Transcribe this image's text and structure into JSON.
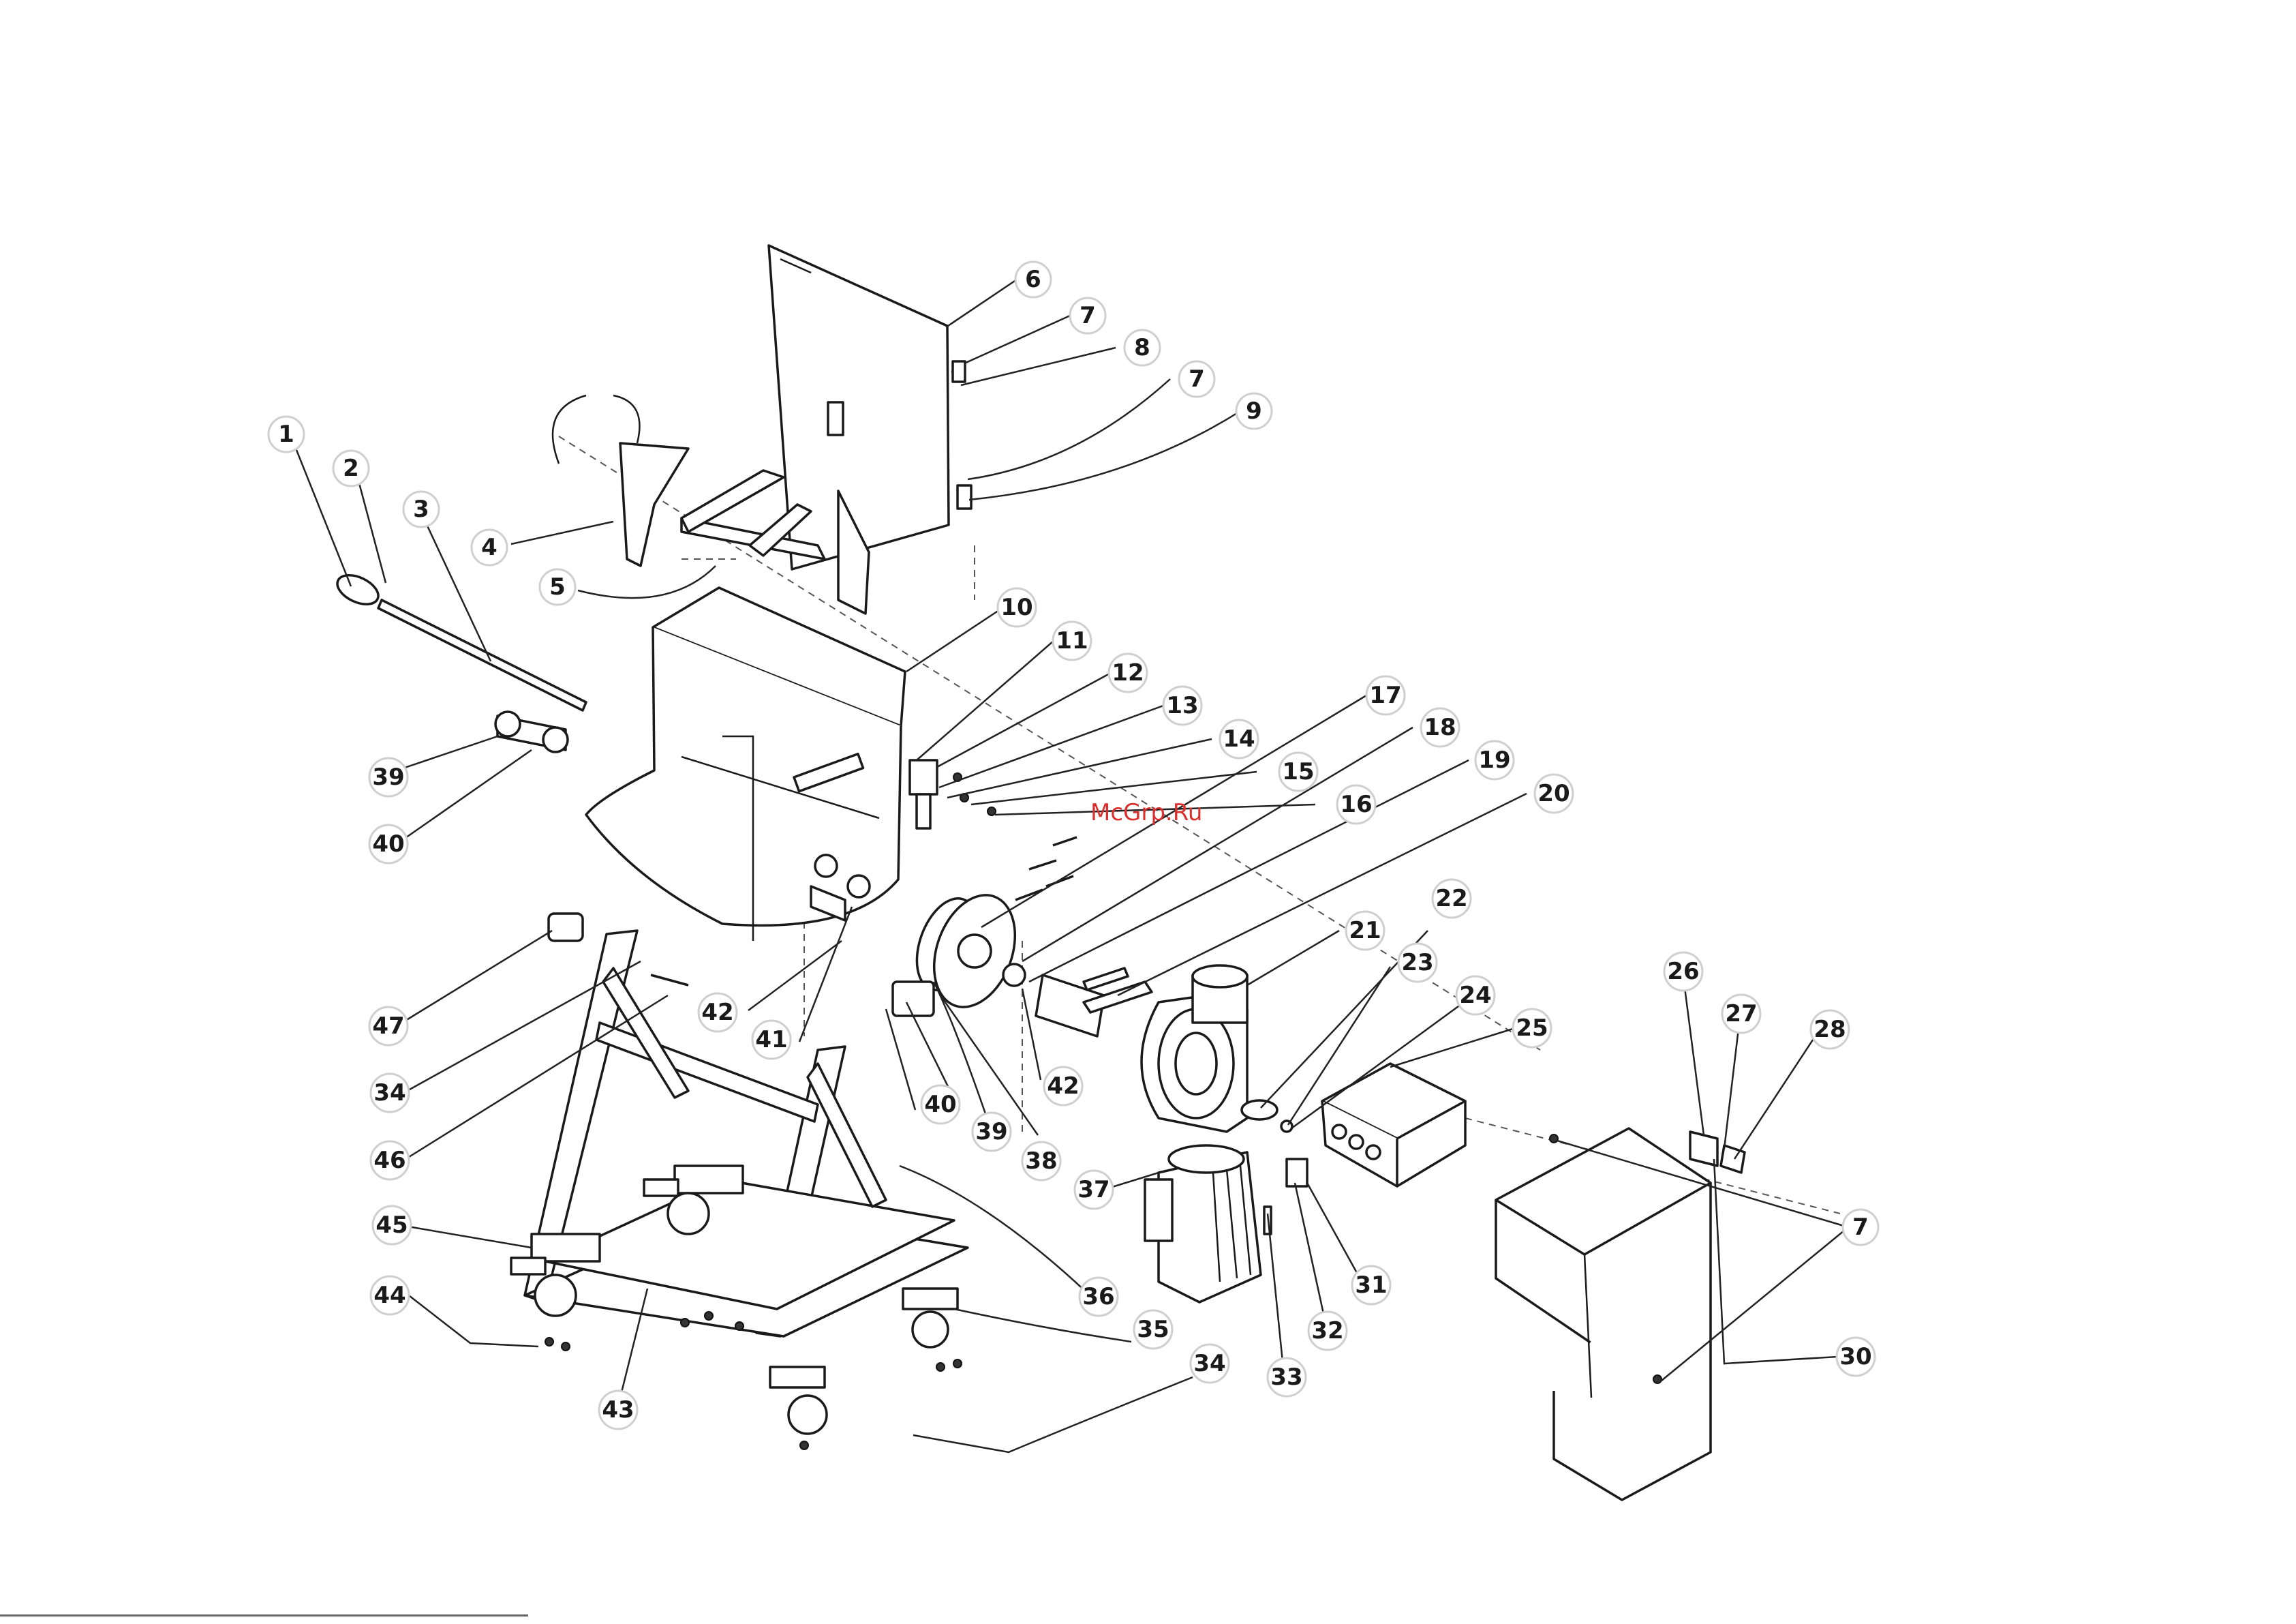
{
  "watermark": "McGrp.Ru",
  "callouts": {
    "c1": "1",
    "c2": "2",
    "c3": "3",
    "c4": "4",
    "c5": "5",
    "c6": "6",
    "c7a": "7",
    "c7b": "7",
    "c7c": "7",
    "c8": "8",
    "c9": "9",
    "c10": "10",
    "c11": "11",
    "c12": "12",
    "c13": "13",
    "c14": "14",
    "c15": "15",
    "c16": "16",
    "c17": "17",
    "c18": "18",
    "c19": "19",
    "c20": "20",
    "c21": "21",
    "c22": "22",
    "c23": "23",
    "c24": "24",
    "c25": "25",
    "c26": "26",
    "c27": "27",
    "c28": "28",
    "c30": "30",
    "c31": "31",
    "c32": "32",
    "c33": "33",
    "c34a": "34",
    "c34b": "34",
    "c35": "35",
    "c36": "36",
    "c37": "37",
    "c38": "38",
    "c39a": "39",
    "c39b": "39",
    "c40a": "40",
    "c40b": "40",
    "c41": "41",
    "c42a": "42",
    "c42b": "42",
    "c43": "43",
    "c44": "44",
    "c45": "45",
    "c46": "46",
    "c47": "47"
  }
}
